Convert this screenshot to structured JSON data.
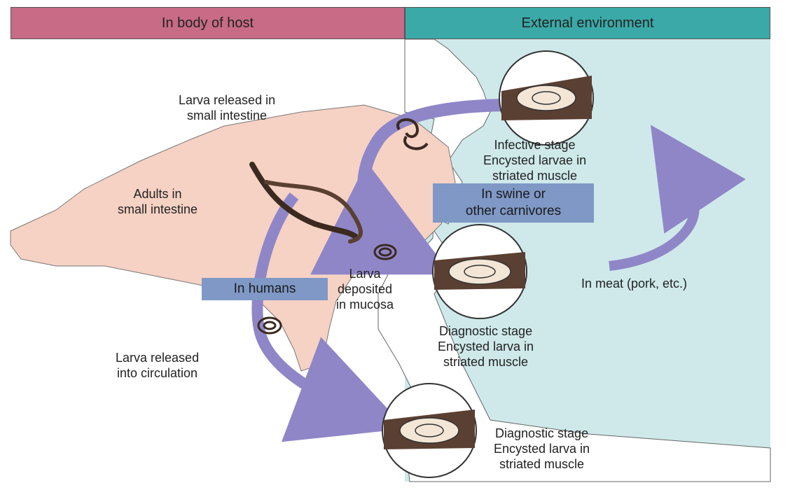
{
  "header": {
    "left": "In body of host",
    "right": "External environment"
  },
  "labels": {
    "larva_released_intestine": [
      "Larva released in",
      "small intestine"
    ],
    "adults": [
      "Adults in",
      "small intestine"
    ],
    "larva_deposited": [
      "Larva",
      "deposited",
      "in mucosa"
    ],
    "larva_circulation": [
      "Larva released",
      "into circulation"
    ],
    "infective_stage": [
      "Infective stage",
      "Encysted larvae in",
      "striated muscle"
    ],
    "diagnostic_stage_1": [
      "Diagnostic stage",
      "Encysted larva in",
      "striated muscle"
    ],
    "diagnostic_stage_2": [
      "Diagnostic stage",
      "Encysted larva in",
      "striated muscle"
    ],
    "in_meat": "In meat (pork, etc.)"
  },
  "boxes": {
    "swine": [
      "In swine or",
      "other carnivores"
    ],
    "humans": "In humans"
  },
  "colors": {
    "host_header": "#c76b86",
    "env_header": "#3aa9a7",
    "env_bg": "#cfe9ea",
    "host_bg": "#f6d2c4",
    "arrow": "#8f86c8",
    "box": "#7f98c6"
  }
}
